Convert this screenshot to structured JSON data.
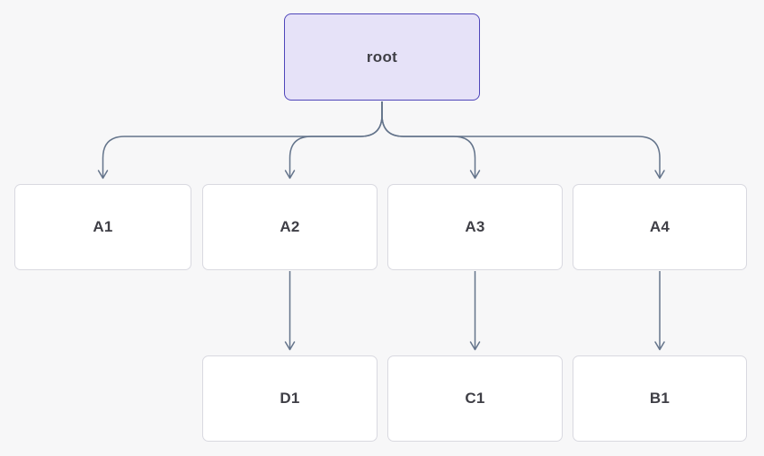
{
  "diagram_type": "tree",
  "colors": {
    "background": "#f7f7f8",
    "root_fill": "#e6e2f8",
    "root_border": "#4f46ba",
    "node_fill": "#ffffff",
    "node_border": "#d9d9e0",
    "edge": "#64748b",
    "text": "#3f3f46"
  },
  "nodes": {
    "root": {
      "label": "root"
    },
    "a1": {
      "label": "A1"
    },
    "a2": {
      "label": "A2"
    },
    "a3": {
      "label": "A3"
    },
    "a4": {
      "label": "A4"
    },
    "d1": {
      "label": "D1"
    },
    "c1": {
      "label": "C1"
    },
    "b1": {
      "label": "B1"
    }
  },
  "edges": [
    {
      "from": "root",
      "to": "A1"
    },
    {
      "from": "root",
      "to": "A2"
    },
    {
      "from": "root",
      "to": "A3"
    },
    {
      "from": "root",
      "to": "A4"
    },
    {
      "from": "A2",
      "to": "D1"
    },
    {
      "from": "A3",
      "to": "C1"
    },
    {
      "from": "A4",
      "to": "B1"
    }
  ]
}
